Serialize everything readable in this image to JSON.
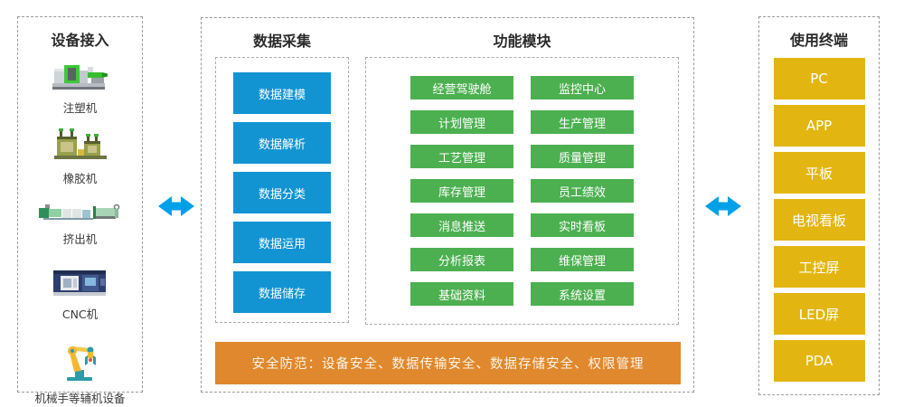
{
  "devices": {
    "title": "设备接入",
    "labels": [
      "注塑机",
      "橡胶机",
      "挤出机",
      "CNC机",
      "机械手等辅机设备"
    ]
  },
  "data_collection": {
    "title": "数据采集",
    "modules": [
      "数据建模",
      "数据解析",
      "数据分类",
      "数据运用",
      "数据储存"
    ]
  },
  "function_modules": {
    "title": "功能模块",
    "modules": [
      "经营驾驶舱",
      "监控中心",
      "计划管理",
      "生产管理",
      "工艺管理",
      "质量管理",
      "库存管理",
      "员工绩效",
      "消息推送",
      "实时看板",
      "分析报表",
      "维保管理",
      "基础资料",
      "系统设置"
    ]
  },
  "security": {
    "text": "安全防范：设备安全、数据传输安全、数据存储安全、权限管理"
  },
  "terminals": {
    "title": "使用终端",
    "labels": [
      "PC",
      "APP",
      "平板",
      "电视看板",
      "工控屏",
      "LED屏",
      "PDA"
    ]
  },
  "colors": {
    "data_module_blue": "#1294d3",
    "function_module_green": "#4cb050",
    "security_orange": "#e0882d",
    "terminal_gold": "#e3b511",
    "arrow_blue": "#00a0e9",
    "border_gray": "#9a9a9a"
  }
}
